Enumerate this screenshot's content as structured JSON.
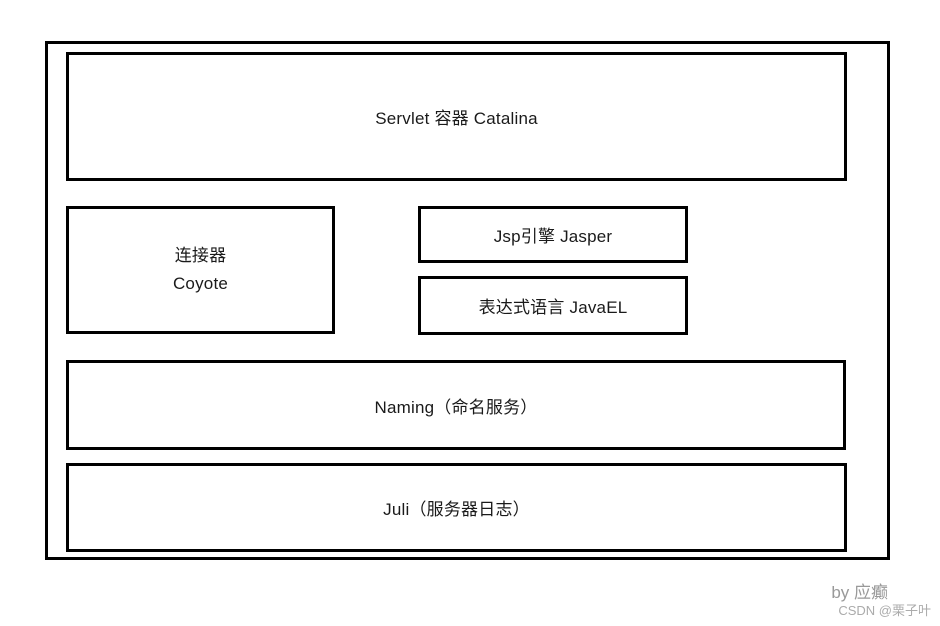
{
  "diagram": {
    "boxes": [
      {
        "id": "catalina",
        "label": "Servlet 容器 Catalina"
      },
      {
        "id": "coyote",
        "lines": [
          "连接器",
          "Coyote"
        ]
      },
      {
        "id": "jasper",
        "label": "Jsp引擎 Jasper"
      },
      {
        "id": "javael",
        "label": "表达式语言 JavaEL"
      },
      {
        "id": "naming",
        "label": "Naming（命名服务）"
      },
      {
        "id": "juli",
        "label": "Juli（服务器日志）"
      }
    ]
  },
  "watermark": {
    "byline": "by 应癫",
    "csdn_line": "CSDN @栗子叶"
  },
  "colors": {
    "border": "#000000",
    "text": "#1a1a1a",
    "watermark_byline": "#999999",
    "watermark_csdn": "#ababab"
  }
}
